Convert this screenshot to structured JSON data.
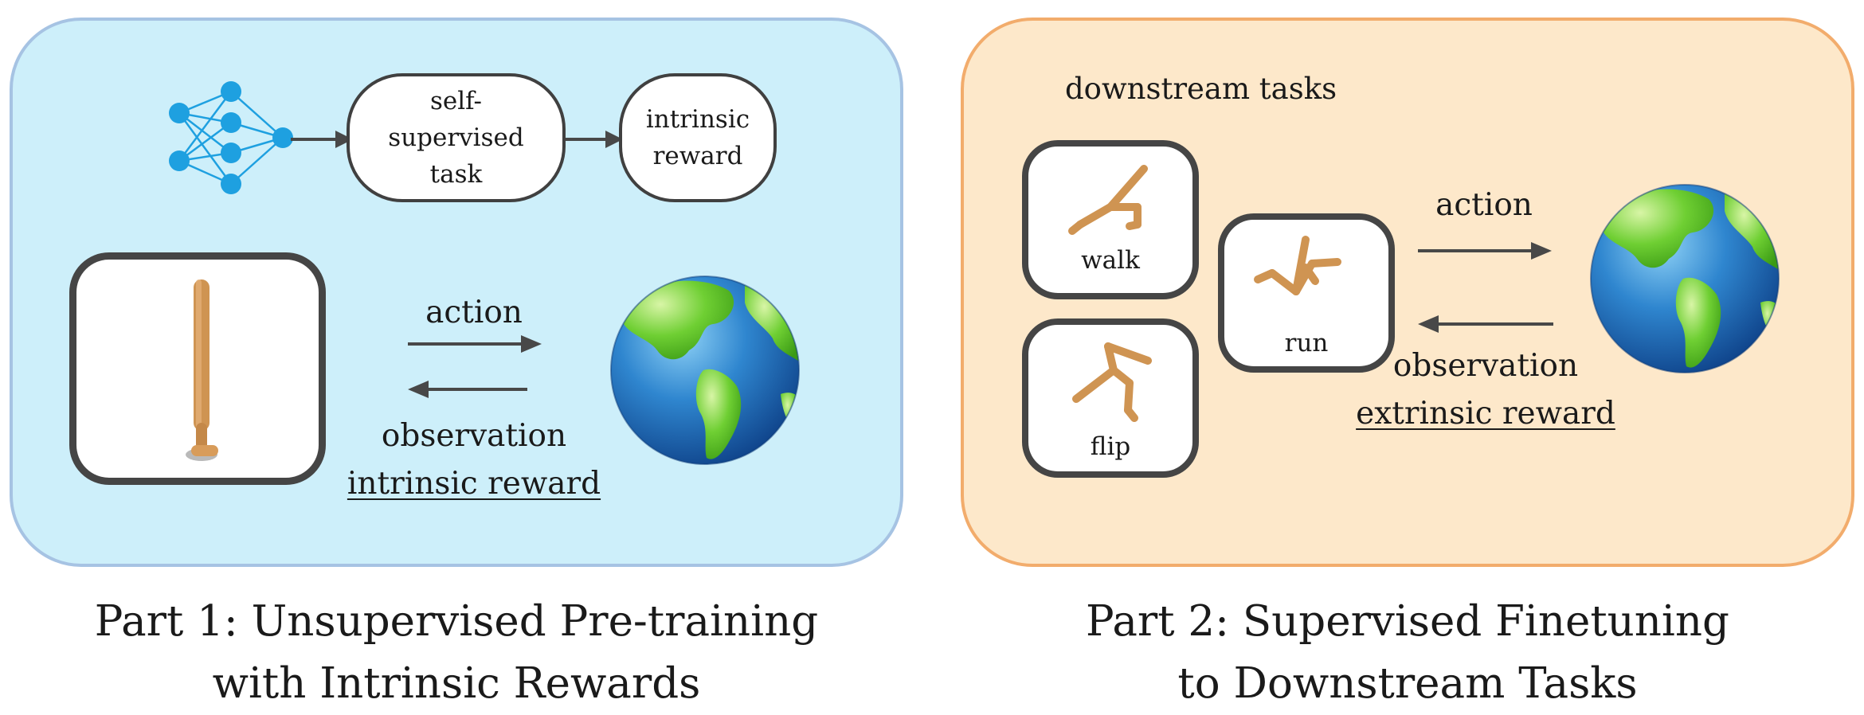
{
  "part1": {
    "node_task": "self-supervised task",
    "node_reward": "intrinsic reward",
    "action": "action",
    "observation": "observation",
    "reward": "intrinsic reward",
    "caption_line1": "Part 1: Unsupervised Pre-training",
    "caption_line2": "with Intrinsic Rewards"
  },
  "part2": {
    "tasks_label": "downstream tasks",
    "walk": "walk",
    "flip": "flip",
    "run": "run",
    "action": "action",
    "observation": "observation",
    "reward": "extrinsic reward",
    "caption_line1": "Part 2: Supervised Finetuning",
    "caption_line2": "to Downstream Tasks"
  },
  "colors": {
    "panel1_fill": "#cdeffa",
    "panel1_border": "#a6c3e3",
    "panel2_fill": "#fde8ca",
    "panel2_border": "#f2ac6c",
    "network_node": "#1ea0e0",
    "agent_body": "#cf9452",
    "arrow": "#484848"
  },
  "icons": [
    "neural-network-icon",
    "stick-agent-icon",
    "earth-globe-icon",
    "walker-walk-icon",
    "walker-flip-icon",
    "walker-run-icon"
  ]
}
